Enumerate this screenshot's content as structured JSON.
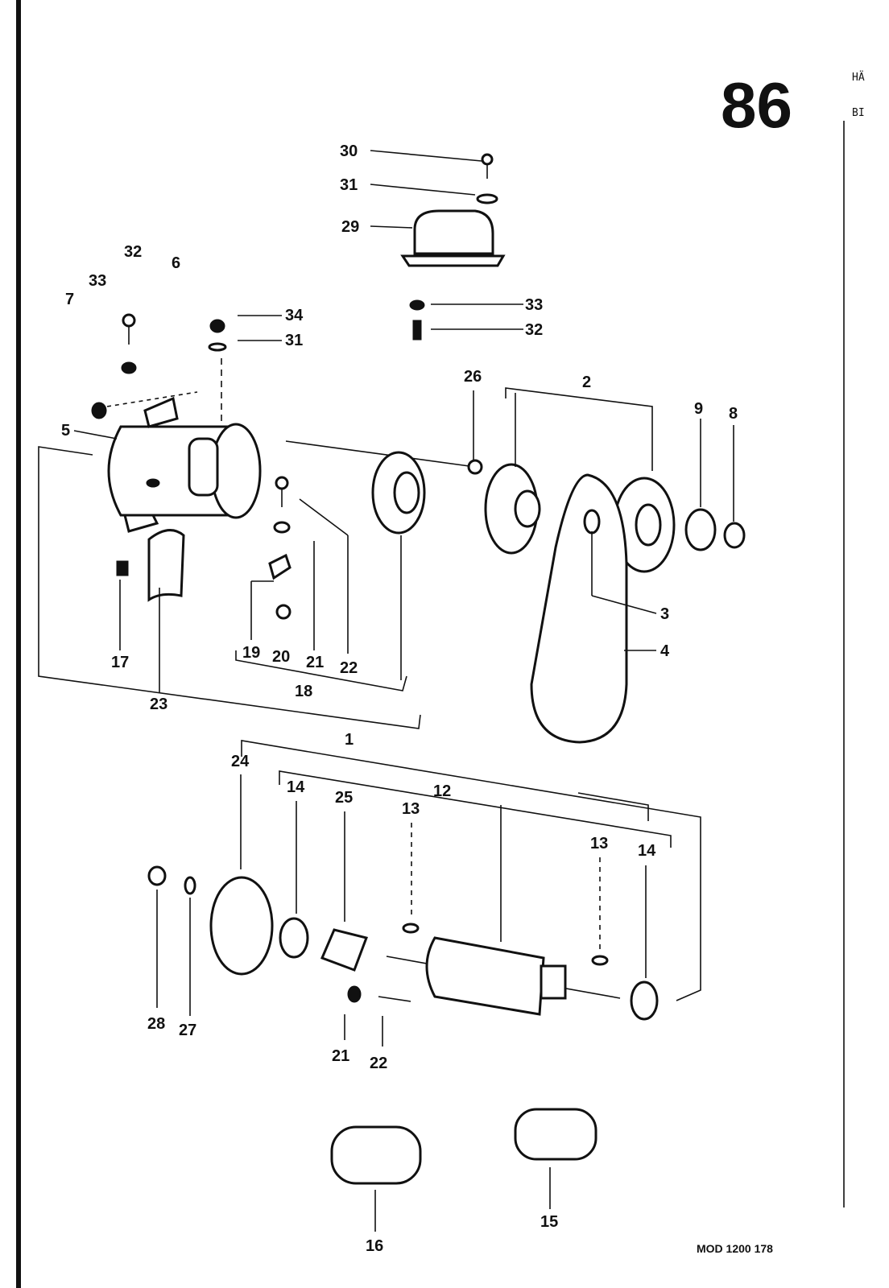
{
  "page_number": "86",
  "header_fragments": [
    "HÄ",
    "BI"
  ],
  "footer": "MOD 1200  178",
  "callouts": [
    "30",
    "31",
    "29",
    "32",
    "6",
    "33",
    "7",
    "34",
    "31",
    "33",
    "32",
    "26",
    "2",
    "9",
    "8",
    "5",
    "3",
    "4",
    "17",
    "23",
    "19",
    "20",
    "21",
    "22",
    "18",
    "1",
    "24",
    "14",
    "25",
    "12",
    "13",
    "13",
    "14",
    "28",
    "27",
    "21",
    "22",
    "16",
    "15"
  ]
}
